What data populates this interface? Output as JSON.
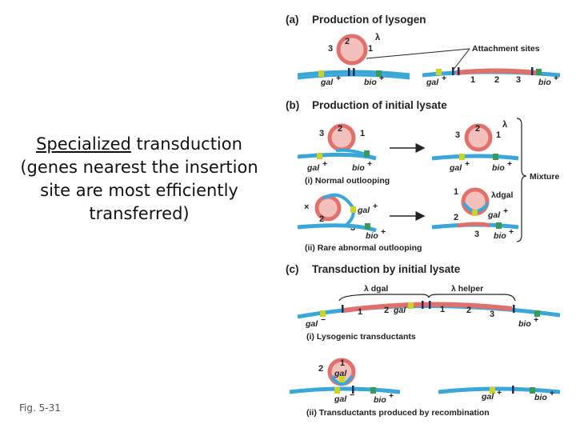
{
  "caption": {
    "underlined": "Specialized",
    "line1_rest": " transduction",
    "line2": "(genes nearest the insertion",
    "line3": "site are most efficiently",
    "line4": "transferred)"
  },
  "figure_label": "Fig. 5-31",
  "colors": {
    "dna_blue": "#3aa7d8",
    "phage_red": "#e0706c",
    "phage_fill": "#f4c0bc",
    "gal_marker": "#c8d42a",
    "bio_marker": "#3a9a5a",
    "site_marker": "#222b55"
  },
  "panel_a": {
    "letter": "(a)",
    "title": "Production of lysogen",
    "lambda": "λ",
    "n1": "1",
    "n2": "2",
    "n3": "3",
    "gal": "gal",
    "bio": "bio",
    "plus": "+",
    "attachment_sites": "Attachment sites"
  },
  "panel_b": {
    "letter": "(b)",
    "title": "Production of initial lysate",
    "lambda": "λ",
    "n1": "1",
    "n2": "2",
    "n3": "3",
    "gal": "gal",
    "bio": "bio",
    "plus": "+",
    "sub_i": "(i) Normal outlooping",
    "sub_ii": "(ii) Rare abnormal outlooping",
    "mixture": "Mixture",
    "lambda_dgal": "λdgal",
    "x_mark": "×"
  },
  "panel_c": {
    "letter": "(c)",
    "title": "Transduction by initial lysate",
    "lambda_dgal": "λ dgal",
    "lambda_helper": "λ helper",
    "n1": "1",
    "n2": "2",
    "n3": "3",
    "gal": "gal",
    "bio": "bio",
    "plus": "+",
    "minus": "−",
    "sub_i": "(i) Lysogenic transductants",
    "sub_ii": "(ii) Transductants produced by recombination"
  }
}
